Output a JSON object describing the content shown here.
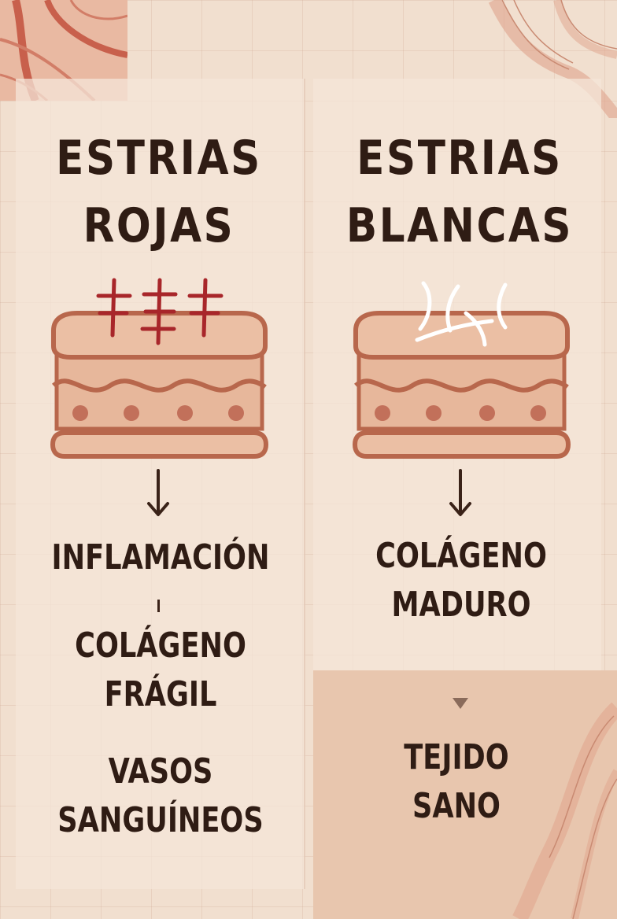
{
  "left": {
    "title_line1": "ESTRIAS",
    "title_line2": "ROJAS",
    "items": [
      {
        "line1": "INFLAMACIÓN"
      },
      {
        "line1": "COLÁGENO",
        "line2": "FRÁGIL"
      },
      {
        "line1": "VASOS",
        "line2": "SANGUÍNEOS"
      }
    ]
  },
  "right": {
    "title_line1": "ESTRIAS",
    "title_line2": "BLANCAS",
    "items": [
      {
        "line1": "COLÁGENO",
        "line2": "MADURO"
      },
      {
        "line1": "TEJIDO",
        "line2": "SANO"
      }
    ]
  },
  "colors": {
    "background": "#f1dfcf",
    "text": "#2f1c14",
    "skin_fill": "#e7b79b",
    "skin_outline": "#b8674c",
    "red_marks": "#a8262a",
    "white_marks": "#ffffff"
  },
  "icons": [
    "red-stretch-marks-icon",
    "white-stretch-marks-icon",
    "down-arrow-icon",
    "down-triangle-icon",
    "skin-layers-icon"
  ]
}
